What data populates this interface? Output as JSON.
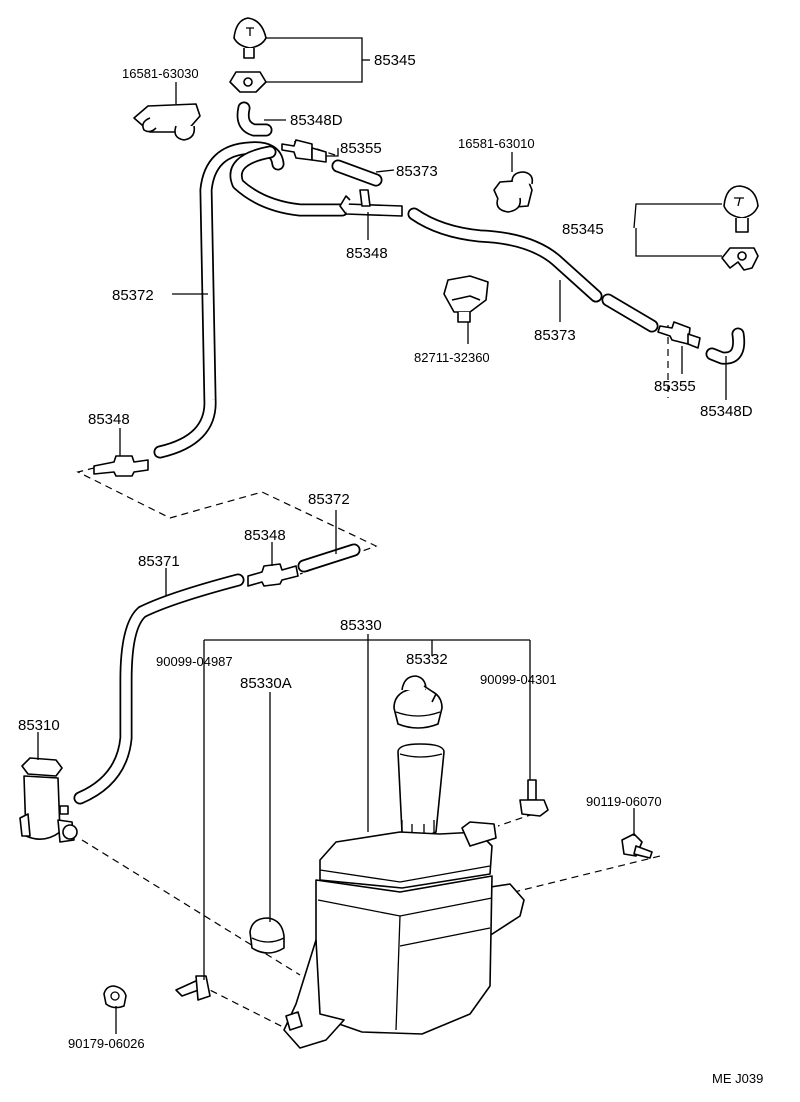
{
  "callouts": {
    "nozzle_left": "85345",
    "clip_left": "16581-63030",
    "elbow_left": "85348D",
    "check_valve_left": "85355",
    "hose_short_upper": "85373",
    "clip_right": "16581-63010",
    "joint_t": "85348",
    "nozzle_right": "85345",
    "hose_long_upper": "85372",
    "hose_right": "85373",
    "connector": "82711-32360",
    "check_valve_right": "85355",
    "elbow_right": "85348D",
    "joint_lower_left": "85348",
    "hose_mid": "85372",
    "joint_mid": "85348",
    "hose_pump": "85371",
    "tank_assembly": "85330",
    "screw_left": "90099-04987",
    "cap": "85332",
    "screw_right": "90099-04301",
    "grommet": "85330A",
    "pump_motor": "85310",
    "bolt": "90119-06070",
    "nut": "90179-06026"
  },
  "figure_code": "ME J039"
}
